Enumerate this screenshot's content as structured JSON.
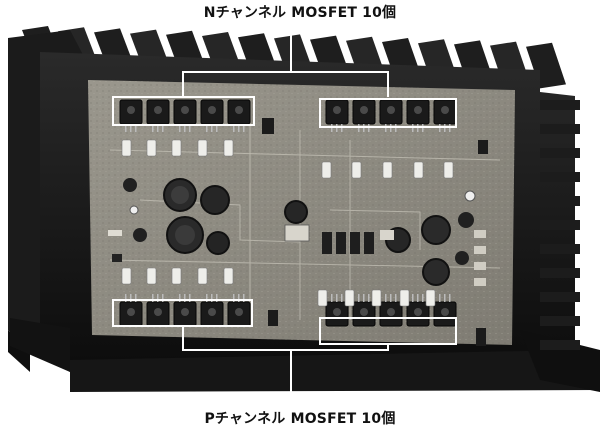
{
  "captions": {
    "top": "Nチャンネル MOSFET 10個",
    "bottom": "Pチャンネル MOSFET 10個"
  },
  "scene": {
    "subject": "power amplifier board mounted on black heatsink",
    "n_channel_mosfet_count": 10,
    "p_channel_mosfet_count": 10
  },
  "colors": {
    "heatsink": "#141414",
    "board": "#8d8a80",
    "callout": "#ffffff",
    "mosfet": "#1a1a1a",
    "resistor": "#eeeeea",
    "capacitor": "#2a2a2a"
  }
}
